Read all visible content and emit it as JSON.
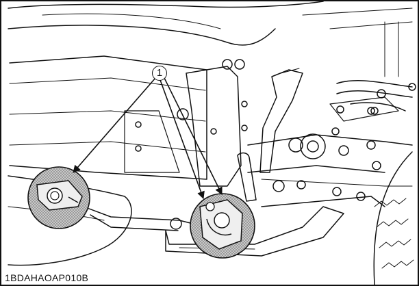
{
  "figure": {
    "code": "1BDAHAOAP010B"
  },
  "callouts": [
    {
      "number": "1"
    }
  ],
  "colors": {
    "line": "#111111",
    "highlight_fill": "#b5b5b5",
    "background": "#ffffff"
  },
  "icons": [
    "callout-arrow",
    "highlight-circle"
  ]
}
